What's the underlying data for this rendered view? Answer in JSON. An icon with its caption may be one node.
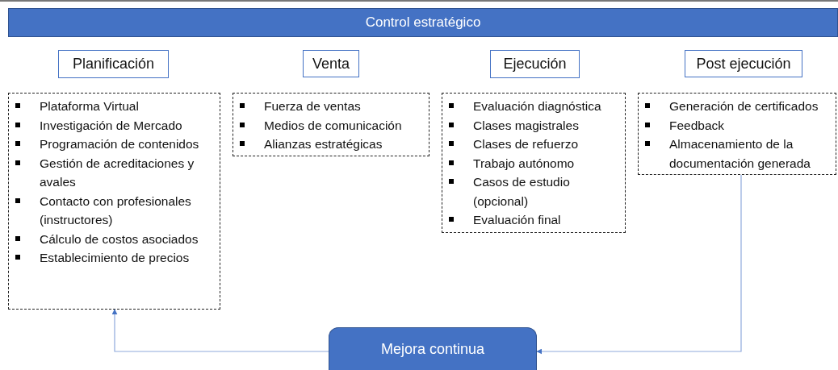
{
  "diagram": {
    "nodes": [
      {
        "text": [
          "Control estratégico"
        ]
      },
      {
        "text": [
          "Planificación"
        ]
      },
      {
        "text": [
          "Plataforma Virtual",
          "Investigación de Mercado",
          "Programación de contenidos",
          "Gestión de acreditaciones y avales",
          "Contacto con profesionales (instructores)",
          "Cálculo de costos asociados",
          "Establecimiento de precios"
        ]
      },
      {
        "text": [
          "Venta"
        ]
      },
      {
        "text": [
          "Fuerza de ventas",
          "Medios de comunicación",
          "Alianzas estratégicas"
        ]
      },
      {
        "text": [
          "Ejecución"
        ]
      },
      {
        "text": [
          "Evaluación diagnóstica",
          "Clases magistrales",
          "Clases de refuerzo",
          "Trabajo autónomo",
          "Casos de estudio (opcional)",
          "Evaluación final"
        ]
      },
      {
        "text": [
          "Post ejecución"
        ]
      },
      {
        "text": [
          "Generación de certificados",
          "Feedback",
          "Almacenamiento de la documentación generada"
        ]
      },
      {
        "text": [
          "Mejora continua"
        ]
      }
    ],
    "edges": [
      {
        "from": 8,
        "to": 9,
        "arrow": "to"
      },
      {
        "from": 9,
        "to": 2,
        "arrow": "to"
      }
    ]
  }
}
